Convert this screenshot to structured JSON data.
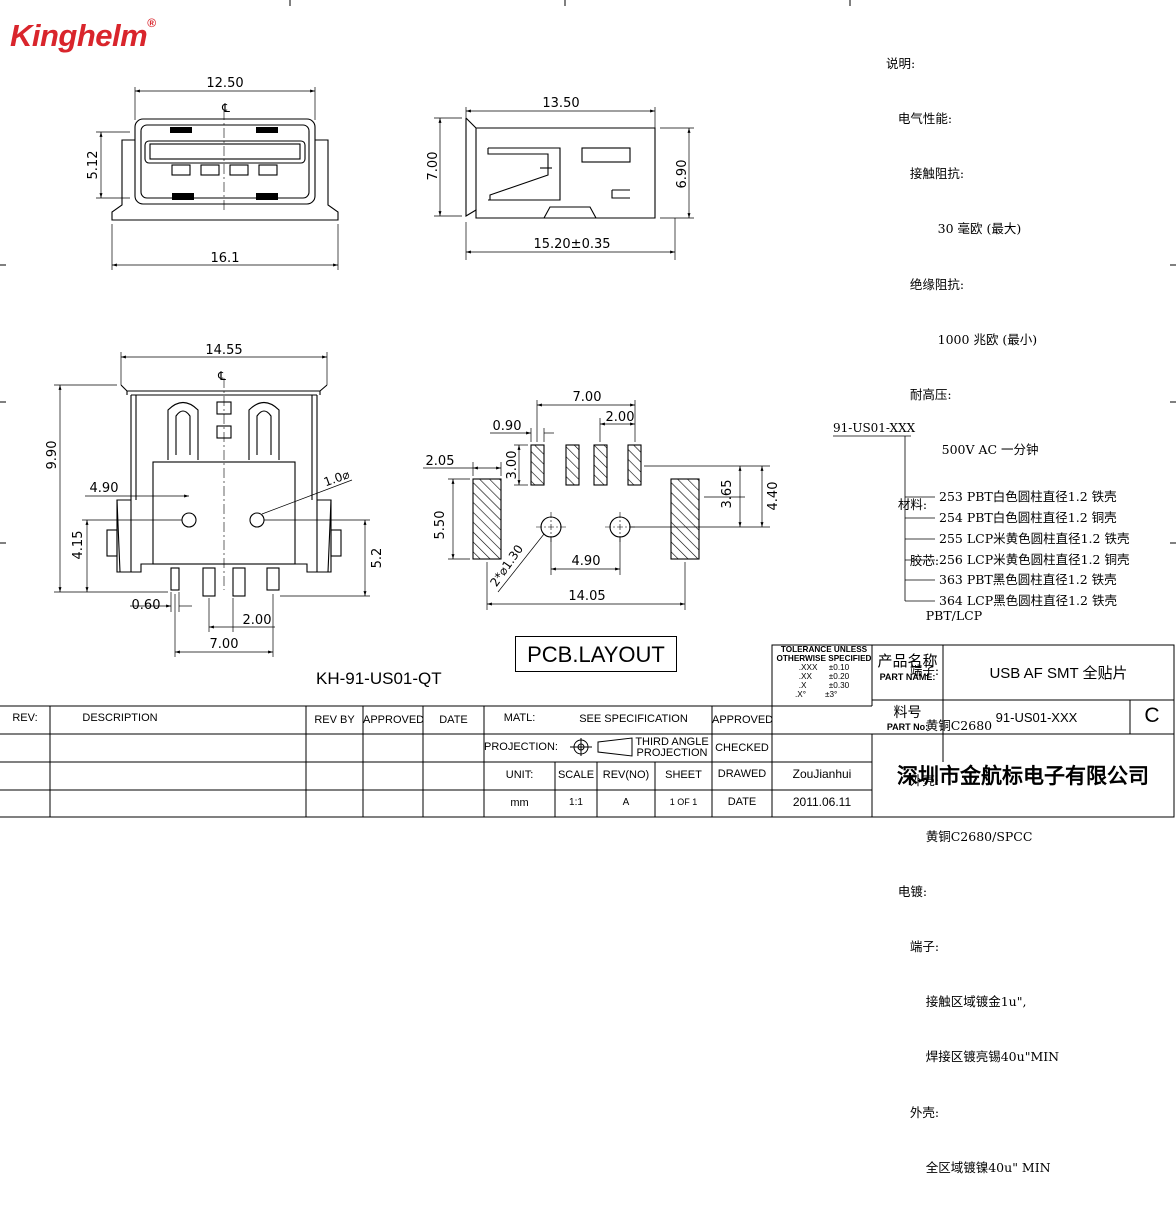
{
  "brand": {
    "name": "Kinghelm",
    "mark": "®",
    "color": "#d9252c"
  },
  "top_view": {
    "width_label": "12.50",
    "height_label": "5.12",
    "overall_label": "16.1",
    "centerline": "℄"
  },
  "side_view": {
    "top_label": "13.50",
    "height_left": "7.00",
    "height_right": "6.90",
    "bottom_label": "15.20±0.35"
  },
  "front_view": {
    "width_label": "14.55",
    "height_label": "9.90",
    "centerline": "℄",
    "offset_label": "4.90",
    "hole_label": "1.0⌀",
    "lower_label": "4.15",
    "right_label": "5.2",
    "pin_width": "0.60",
    "pin_pitch": "2.00",
    "pin_span": "7.00"
  },
  "pcb_layout": {
    "span_700": "7.00",
    "pitch_200": "2.00",
    "pad_090": "0.90",
    "pad_205": "2.05",
    "pad_300": "3.00",
    "h_365": "3.65",
    "h_440": "4.40",
    "h_550": "5.50",
    "hole_label": "2*⌀1.30",
    "hole_pitch": "4.90",
    "overall": "14.05",
    "box_label": "PCB.LAYOUT"
  },
  "model_label": "KH-91-US01-QT",
  "notes": [
    "说明:",
    "   电气性能:",
    "      接触阻抗:",
    "             30 毫欧 (最大)",
    "      绝缘阻抗:",
    "             1000 兆欧 (最小)",
    "      耐高压:",
    "              500V AC 一分钟",
    "   材料:",
    "      胶芯:",
    "          PBT/LCP",
    "      端子:",
    "          黄铜C2680",
    "      外壳:",
    "          黄铜C2680/SPCC",
    "   电镀:",
    "      端子:",
    "          接触区域镀金1u\",",
    "          焊接区镀亮锡40u\"MIN",
    "      外壳:",
    "          全区域镀镍40u\" MIN"
  ],
  "part_code": "91-US01-XXX",
  "variants": [
    "253 PBT白色圆柱直径1.2 铁壳",
    "254 PBT白色圆柱直径1.2 铜壳",
    "255 LCP米黄色圆柱直径1.2 铁壳",
    "256 LCP米黄色圆柱直径1.2 铜壳",
    "363 PBT黑色圆柱直径1.2 铁壳",
    "364 LCP黑色圆柱直径1.2 铁壳"
  ],
  "title_block": {
    "tolerance_title1": "TOLERANCE UNLESS",
    "tolerance_title2": "OTHERWISE SPECIFIED",
    "tol": [
      [
        ".XXX",
        "±0.10"
      ],
      [
        ".XX",
        "±0.20"
      ],
      [
        ".X",
        "±0.30"
      ],
      [
        ".X°",
        "±3°"
      ]
    ],
    "product_name_cn": "产品名称",
    "product_name_en": "PART NAME:",
    "product_name_value": "USB AF SMT 全贴片",
    "part_no_cn": "料号",
    "part_no_en": "PART No:",
    "part_no_value": "91-US01-XXX",
    "revision": "C",
    "company": "深圳市金航标电子有限公司",
    "rev": "REV:",
    "description": "DESCRIPTION",
    "rev_by": "REV BY",
    "approved": "APPROVED",
    "date": "DATE",
    "matl": "MATL:",
    "see_spec": "SEE SPECIFICATION",
    "approved2": "APPROVED",
    "projection": "PROJECTION:",
    "third_angle1": "THIRD ANGLE",
    "third_angle2": "PROJECTION",
    "checked": "CHECKED",
    "unit": "UNIT:",
    "scale": "SCALE",
    "rev_no": "REV(NO)",
    "sheet": "SHEET",
    "drawed": "DRAWED",
    "drawer": "ZouJianhui",
    "unit_value": "mm",
    "scale_value": "1:1",
    "rev_value": "A",
    "sheet_value": "1 OF 1",
    "date2": "DATE",
    "date_value": "2011.06.11"
  }
}
